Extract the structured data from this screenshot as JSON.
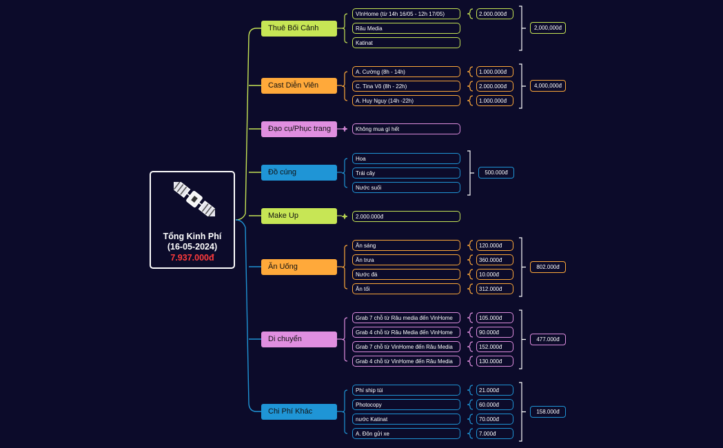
{
  "root": {
    "icon": "satellite-icon",
    "title_line1": "Tổng Kinh Phí",
    "title_line2": "(16-05-2024)",
    "total": "7.937.000đ",
    "total_color": "#ff3b3b"
  },
  "categories": [
    {
      "id": "thue-boi-canh",
      "label": "Thuê Bối Cảnh",
      "color": "#c7e655",
      "items": [
        "VInHome (từ 14h 16/05 - 12h 17/05)",
        "Râu Media",
        "Katinat"
      ],
      "prices": [
        "2.000.000đ"
      ],
      "sum": "2,000,000đ"
    },
    {
      "id": "cast-dien-vien",
      "label": "Cast Diễn Viên",
      "color": "#ffa93a",
      "items": [
        "A. Cường (8h - 14h)",
        "C. Tina Võ (8h - 22h)",
        "A. Huy Nguy (14h -22h)"
      ],
      "prices": [
        "1.000.000đ",
        "2.000.000đ",
        "1.000.000đ"
      ],
      "sum": "4,000,000đ"
    },
    {
      "id": "dao-cu",
      "label": "Đạo cụ/Phục trang",
      "color": "#e08fe0",
      "items": [
        "Không mua gì hết"
      ],
      "prices": [],
      "sum": ""
    },
    {
      "id": "do-cung",
      "label": "Đồ cúng",
      "color": "#1f95d6",
      "items": [
        "Hoa",
        "Trái cây",
        "Nước suối"
      ],
      "prices": [],
      "sum": "500.000đ"
    },
    {
      "id": "make-up",
      "label": "Make Up",
      "color": "#c7e655",
      "items": [
        "2.000.000đ"
      ],
      "prices": [],
      "sum": ""
    },
    {
      "id": "an-uong",
      "label": "Ăn Uống",
      "color": "#ffa93a",
      "items": [
        "Ăn sáng",
        "Ăn trưa",
        "Nước đá",
        "Ăn tối"
      ],
      "prices": [
        "120.000đ",
        "360.000đ",
        "10.000đ",
        "312.000đ"
      ],
      "sum": "802.000đ"
    },
    {
      "id": "di-chuyen",
      "label": "Di chuyển",
      "color": "#e08fe0",
      "items": [
        "Grab 7 chỗ từ Râu media đến VinHome",
        "Grab 4 chỗ từ Râu Media đến VinHome",
        "Grab 7 chỗ từ VinHome đến Râu Media",
        "Grab 4 chỗ từ VinHome đến Râu Media"
      ],
      "prices": [
        "105.000đ",
        "90.000đ",
        "152.000đ",
        "130.000đ"
      ],
      "sum": "477.000đ"
    },
    {
      "id": "chi-phi-khac",
      "label": "Chi Phí Khác",
      "color": "#1f95d6",
      "items": [
        "Phí ship túi",
        "Photocopy",
        "nước Katinat",
        "A. Đôn gửi xe"
      ],
      "prices": [
        "21.000đ",
        "60.000đ",
        "70.000đ",
        "7.000đ"
      ],
      "sum": "158.000đ"
    }
  ]
}
